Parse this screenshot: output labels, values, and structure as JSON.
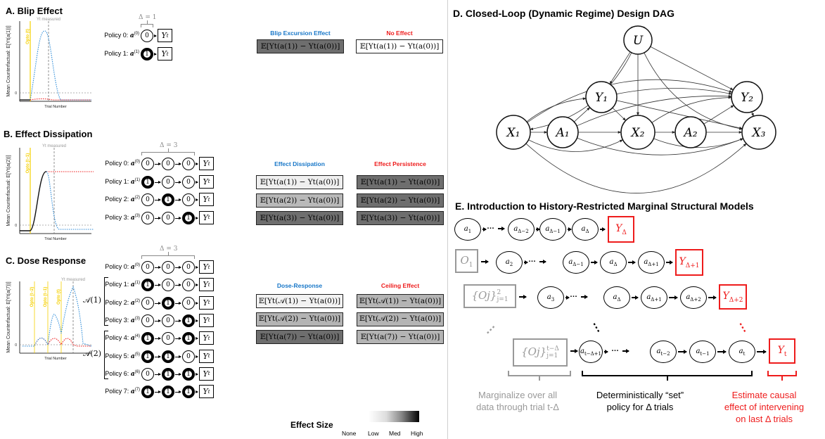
{
  "panels": {
    "A": {
      "title": "A. Blip Effect",
      "plot": {
        "ylabel": "Mean Counterfactual: E[Yt(a(1))]",
        "xlabel": "Trial Number",
        "measured_label": "Yt measured",
        "zero_tick": "0",
        "opto_labels": [
          "Opto (t)"
        ]
      },
      "delta_label": "Δ = 1",
      "policies": [
        {
          "label": "Policy 0:",
          "symbol": "a",
          "sup": "(0)",
          "seq": [
            0
          ],
          "outcome": "Yt"
        },
        {
          "label": "Policy 1:",
          "symbol": "a",
          "sup": "(1)",
          "seq": [
            1
          ],
          "outcome": "Yt"
        }
      ],
      "effects": [
        {
          "heading": "Blip Excursion Effect",
          "heading_color": "blue",
          "boxes": [
            {
              "expr": "𝔼[Yt(a(1)) − Yt(a(0))]",
              "shade": "#6e6e6e"
            }
          ]
        },
        {
          "heading": "No Effect",
          "heading_color": "red",
          "boxes": [
            {
              "expr": "𝔼[Yt(a(1)) − Yt(a(0))]",
              "shade": "#ffffff"
            }
          ]
        }
      ]
    },
    "B": {
      "title": "B. Effect Dissipation",
      "plot": {
        "ylabel": "Mean Counterfactual: E[Yt(a(2))]",
        "xlabel": "Trial Number",
        "measured_label": "Yt measured",
        "zero_tick": "0",
        "opto_labels": [
          "Opto (t−1)"
        ]
      },
      "delta_label": "Δ = 3",
      "policies": [
        {
          "label": "Policy 0:",
          "symbol": "a",
          "sup": "(0)",
          "seq": [
            0,
            0,
            0
          ],
          "outcome": "Yt"
        },
        {
          "label": "Policy 1:",
          "symbol": "a",
          "sup": "(1)",
          "seq": [
            1,
            0,
            0
          ],
          "outcome": "Yt"
        },
        {
          "label": "Policy 2:",
          "symbol": "a",
          "sup": "(2)",
          "seq": [
            0,
            1,
            0
          ],
          "outcome": "Yt"
        },
        {
          "label": "Policy 3:",
          "symbol": "a",
          "sup": "(3)",
          "seq": [
            0,
            0,
            1
          ],
          "outcome": "Yt"
        }
      ],
      "effects": [
        {
          "heading": "Effect Dissipation",
          "heading_color": "blue",
          "boxes": [
            {
              "expr": "𝔼[Yt(a(1)) − Yt(a(0))]",
              "shade": "#efefef"
            },
            {
              "expr": "𝔼[Yt(a(2)) − Yt(a(0))]",
              "shade": "#b9b9b9"
            },
            {
              "expr": "𝔼[Yt(a(3)) − Yt(a(0))]",
              "shade": "#6e6e6e"
            }
          ]
        },
        {
          "heading": "Effect Persistence",
          "heading_color": "red",
          "boxes": [
            {
              "expr": "𝔼[Yt(a(1)) − Yt(a(0))]",
              "shade": "#6e6e6e"
            },
            {
              "expr": "𝔼[Yt(a(2)) − Yt(a(0))]",
              "shade": "#6e6e6e"
            },
            {
              "expr": "𝔼[Yt(a(3)) − Yt(a(0))]",
              "shade": "#6e6e6e"
            }
          ]
        }
      ]
    },
    "C": {
      "title": "C. Dose Response",
      "plot": {
        "ylabel": "Mean Counterfactual: E[Yt(a(7))]",
        "xlabel": "Trial Number",
        "measured_label": "Yt measured",
        "zero_tick": "0",
        "opto_labels": [
          "Opto (t−2)",
          "Opto (t−1)",
          "Opto (t)"
        ]
      },
      "delta_label": "Δ = 3",
      "set_labels": [
        "𝒜(1)",
        "𝒜(2)"
      ],
      "policies": [
        {
          "label": "Policy 0:",
          "symbol": "a",
          "sup": "(0)",
          "seq": [
            0,
            0,
            0
          ],
          "outcome": "Yt"
        },
        {
          "label": "Policy 1:",
          "symbol": "a",
          "sup": "(1)",
          "seq": [
            1,
            0,
            0
          ],
          "outcome": "Yt"
        },
        {
          "label": "Policy 2:",
          "symbol": "a",
          "sup": "(2)",
          "seq": [
            0,
            1,
            0
          ],
          "outcome": "Yt"
        },
        {
          "label": "Policy 3:",
          "symbol": "a",
          "sup": "(3)",
          "seq": [
            0,
            0,
            1
          ],
          "outcome": "Yt"
        },
        {
          "label": "Policy 4:",
          "symbol": "a",
          "sup": "(4)",
          "seq": [
            1,
            0,
            1
          ],
          "outcome": "Yt"
        },
        {
          "label": "Policy 5:",
          "symbol": "a",
          "sup": "(5)",
          "seq": [
            1,
            1,
            0
          ],
          "outcome": "Yt"
        },
        {
          "label": "Policy 6:",
          "symbol": "a",
          "sup": "(6)",
          "seq": [
            0,
            1,
            1
          ],
          "outcome": "Yt"
        },
        {
          "label": "Policy 7:",
          "symbol": "a",
          "sup": "(7)",
          "seq": [
            1,
            1,
            1
          ],
          "outcome": "Yt"
        }
      ],
      "effects": [
        {
          "heading": "Dose-Response",
          "heading_color": "blue",
          "boxes": [
            {
              "expr": "𝔼[Yt(𝒜(1)) − Yt(a(0))]",
              "shade": "#f2f2f2"
            },
            {
              "expr": "𝔼[Yt(𝒜(2)) − Yt(a(0))]",
              "shade": "#b4b4b4"
            },
            {
              "expr": "𝔼[Yt(a(7)) − Yt(a(0))]",
              "shade": "#6e6e6e"
            }
          ]
        },
        {
          "heading": "Ceiling Effect",
          "heading_color": "red",
          "boxes": [
            {
              "expr": "𝔼[Yt(𝒜(1)) − Yt(a(0))]",
              "shade": "#b4b4b4"
            },
            {
              "expr": "𝔼[Yt(𝒜(2)) − Yt(a(0))]",
              "shade": "#b4b4b4"
            },
            {
              "expr": "𝔼[Yt(a(7)) − Yt(a(0))]",
              "shade": "#b4b4b4"
            }
          ]
        }
      ]
    },
    "D": {
      "title": "D. Closed-Loop (Dynamic Regime) Design DAG",
      "nodes": [
        {
          "id": "U",
          "label": "U"
        },
        {
          "id": "Y1",
          "label": "Y₁"
        },
        {
          "id": "Y2",
          "label": "Y₂"
        },
        {
          "id": "X1",
          "label": "X₁"
        },
        {
          "id": "A1",
          "label": "A₁"
        },
        {
          "id": "X2",
          "label": "X₂"
        },
        {
          "id": "A2",
          "label": "A₂"
        },
        {
          "id": "X3",
          "label": "X₃"
        }
      ],
      "edges": [
        [
          "U",
          "X1"
        ],
        [
          "U",
          "Y1"
        ],
        [
          "U",
          "X2"
        ],
        [
          "U",
          "Y2"
        ],
        [
          "U",
          "X3"
        ],
        [
          "X1",
          "A1"
        ],
        [
          "X1",
          "Y1"
        ],
        [
          "X1",
          "Y2"
        ],
        [
          "X1",
          "X2"
        ],
        [
          "X1",
          "X3"
        ],
        [
          "A1",
          "Y1"
        ],
        [
          "A1",
          "X2"
        ],
        [
          "A1",
          "Y2"
        ],
        [
          "A1",
          "X3"
        ],
        [
          "Y1",
          "X2"
        ],
        [
          "Y1",
          "Y2"
        ],
        [
          "Y1",
          "X3"
        ],
        [
          "X2",
          "A2"
        ],
        [
          "X2",
          "Y2"
        ],
        [
          "X2",
          "X3"
        ],
        [
          "A2",
          "Y2"
        ],
        [
          "A2",
          "X3"
        ],
        [
          "Y2",
          "X3"
        ]
      ]
    },
    "E": {
      "title": "E. Introduction to History-Restricted Marginal Structural Models",
      "rows": [
        {
          "history": "",
          "nodes": [
            "a|1",
            "…",
            "a|Δ−2",
            "a|Δ−1",
            "a|Δ"
          ],
          "outcome": "Y|Δ"
        },
        {
          "history": "O|1",
          "nodes": [
            "a|2",
            "…",
            "a|Δ−1",
            "a|Δ",
            "a|Δ+1"
          ],
          "outcome": "Y|Δ+1"
        },
        {
          "history": "{Oj}|2|j=1",
          "nodes": [
            "a|3",
            "…",
            "a|Δ",
            "a|Δ+1",
            "a|Δ+2"
          ],
          "outcome": "Y|Δ+2"
        },
        {
          "history": "{Oj}|t−Δ|j=1",
          "nodes": [
            "a|t−Δ+1",
            "…",
            "a|t−2",
            "a|t−1",
            "a|t"
          ],
          "outcome": "Y|t"
        }
      ],
      "captions": {
        "marginalize": [
          "Marginalize over all",
          "data through trial t-Δ"
        ],
        "set_policy": [
          "Deterministically “set”",
          "policy for Δ trials"
        ],
        "estimate": [
          "Estimate causal",
          "effect of intervening",
          "on last Δ trials"
        ]
      }
    }
  },
  "legend": {
    "title": "Effect Size",
    "ticks": [
      "None",
      "Low",
      "Med",
      "High"
    ]
  },
  "colors": {
    "blue": "#1877c8",
    "red": "#ee1c1c",
    "opto": "#f5d000",
    "gray": "#999999"
  }
}
